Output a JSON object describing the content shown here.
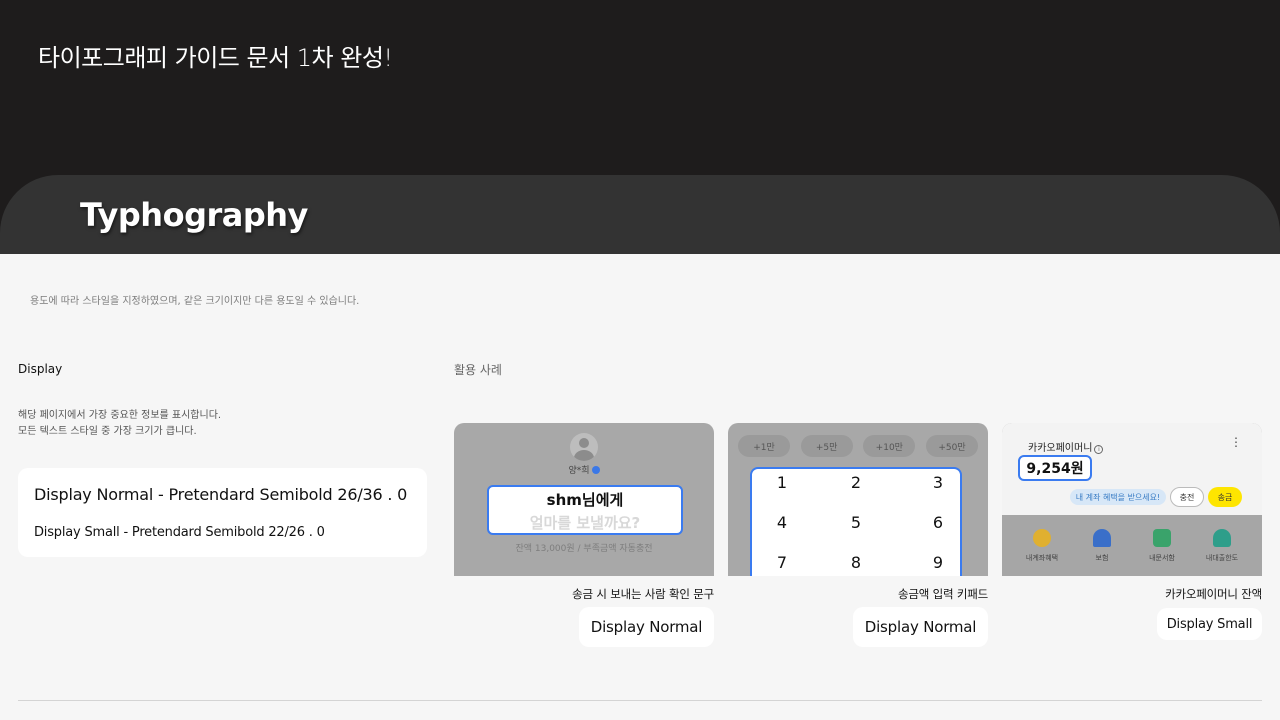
{
  "top_title": "타이포그래피 가이드 문서 1차 완성!",
  "doc_title": "Typhography",
  "intro": "용도에 따라 스타일을 지정하였으며, 같은 크기이지만 다른 용도일 수 있습니다.",
  "section": {
    "label": "Display",
    "desc_line1": "해당 페이지에서 가장 중요한 정보를 표시합니다.",
    "desc_line2": "모든 텍스트 스타일 중 가장 크기가 큽니다.",
    "spec_normal": "Display Normal - Pretendard Semibold 26/36 . 0",
    "spec_small": "Display Small - Pretendard Semibold 22/26 . 0"
  },
  "usage_label": "활용 사례",
  "examples": [
    {
      "recipient": "양*희",
      "line1": "shm님에게",
      "line2": "얼마를 보낼까요?",
      "balance": "잔액 13,000원 / 부족금액 자동충전",
      "caption": "송금 시 보내는 사람 확인 문구",
      "style": "Display Normal"
    },
    {
      "chips": [
        "+1만",
        "+5만",
        "+10만",
        "+50만"
      ],
      "keys": [
        "1",
        "2",
        "3",
        "4",
        "5",
        "6",
        "7",
        "8",
        "9"
      ],
      "caption": "송금액 입력 키패드",
      "style": "Display Normal"
    },
    {
      "title": "카카오페이머니",
      "info_glyph": "i",
      "more_glyph": "⋮",
      "amount": "9,254원",
      "benefit": "내 계좌 혜택을 받으세요!",
      "charge": "충전",
      "send": "송금",
      "menu": [
        "내계좌혜택",
        "보험",
        "내문서함",
        "내대출한도"
      ],
      "caption": "카카오페이머니 잔액",
      "style": "Display Small"
    }
  ],
  "colors": {
    "highlight": "#3a7bf0",
    "kakao_yellow": "#fee500",
    "menu_icons": [
      "#e0b030",
      "#3a6fc9",
      "#3aa36b",
      "#2e9e8a"
    ]
  }
}
